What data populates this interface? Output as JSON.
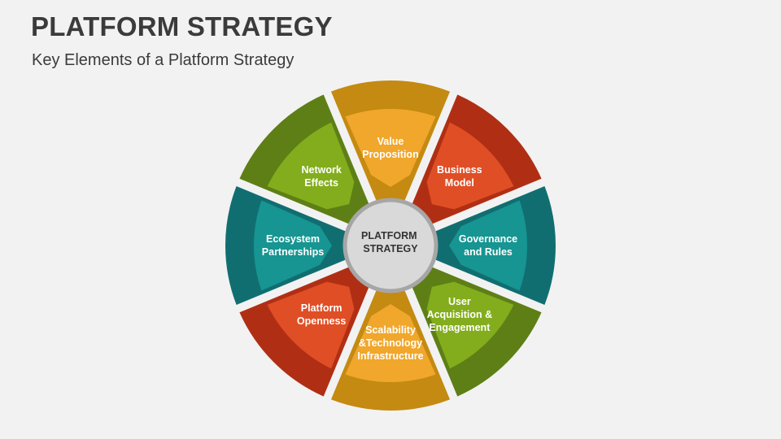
{
  "header": {
    "title": "PLATFORM STRATEGY",
    "subtitle": "Key Elements of a Platform Strategy"
  },
  "center": {
    "lines": [
      "PLATFORM",
      "STRATEGY"
    ],
    "fill": "#d9d9d9"
  },
  "segments": [
    {
      "id": "value-proposition",
      "lines": [
        "Value",
        "Proposition"
      ],
      "outer": "#c48a12",
      "inner": "#f0a72c"
    },
    {
      "id": "business-model",
      "lines": [
        "Business",
        "Model"
      ],
      "outer": "#b02f14",
      "inner": "#e04e25"
    },
    {
      "id": "governance-and-rules",
      "lines": [
        "Governance",
        "and Rules"
      ],
      "outer": "#116e70",
      "inner": "#169592"
    },
    {
      "id": "user-acquisition-engagement",
      "lines": [
        "User",
        "Acquisition &",
        "Engagement"
      ],
      "outer": "#5e7f16",
      "inner": "#83ad1c"
    },
    {
      "id": "scalability-technology-infrastructure",
      "lines": [
        "Scalability",
        "&Technology",
        "Infrastructure"
      ],
      "outer": "#c48a12",
      "inner": "#f0a72c"
    },
    {
      "id": "platform-openness",
      "lines": [
        "Platform",
        "Openness"
      ],
      "outer": "#b02f14",
      "inner": "#e04e25"
    },
    {
      "id": "ecosystem-partnerships",
      "lines": [
        "Ecosystem",
        "Partnerships"
      ],
      "outer": "#116e70",
      "inner": "#169592"
    },
    {
      "id": "network-effects",
      "lines": [
        "Network",
        "Effects"
      ],
      "outer": "#5e7f16",
      "inner": "#83ad1c"
    }
  ]
}
